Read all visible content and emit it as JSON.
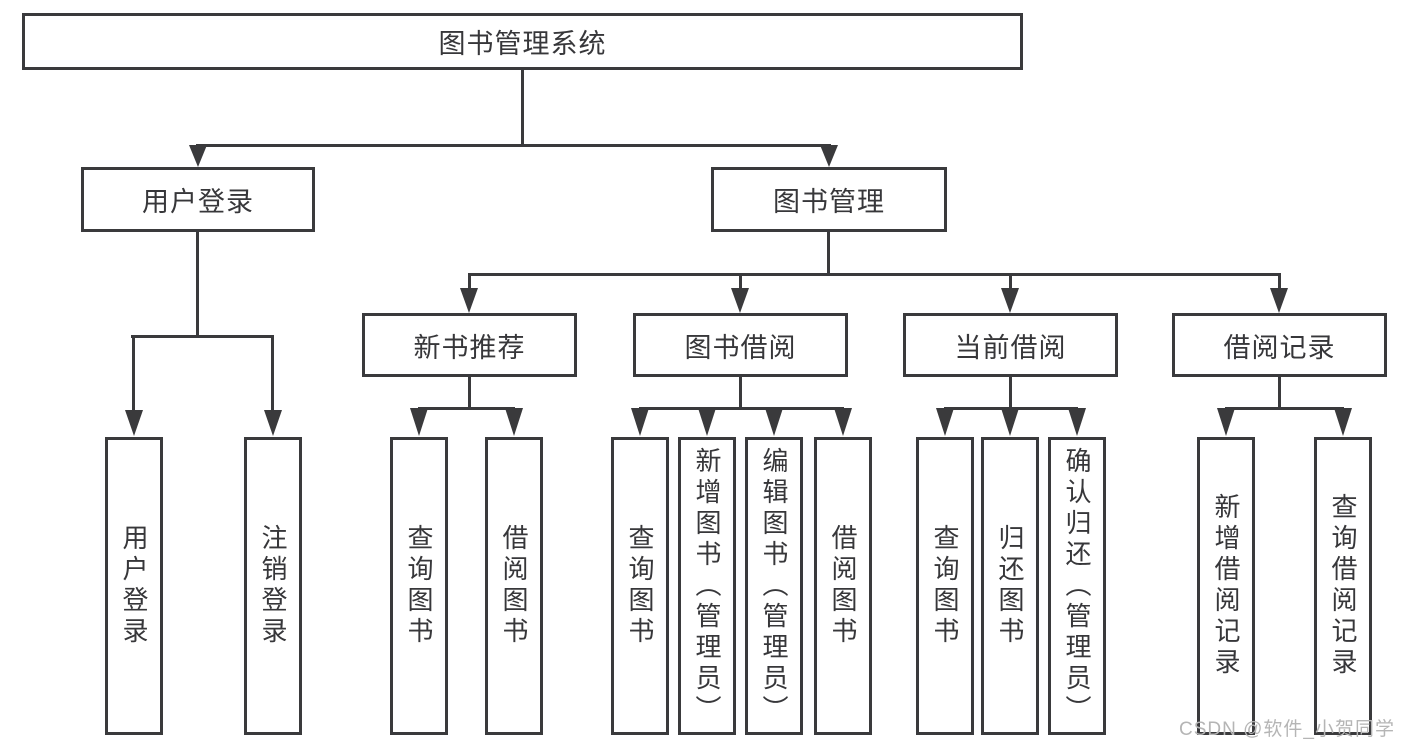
{
  "diagram": {
    "root": {
      "label": "图书管理系统"
    },
    "user_branch": {
      "label": "用户登录",
      "children": [
        {
          "label": "用户登录"
        },
        {
          "label": "注销登录"
        }
      ]
    },
    "book_branch": {
      "label": "图书管理",
      "groups": [
        {
          "label": "新书推荐",
          "children": [
            {
              "label": "查询图书"
            },
            {
              "label": "借阅图书"
            }
          ]
        },
        {
          "label": "图书借阅",
          "children": [
            {
              "label": "查询图书"
            },
            {
              "label": "新增图书（管理员）"
            },
            {
              "label": "编辑图书（管理员）"
            },
            {
              "label": "借阅图书"
            }
          ]
        },
        {
          "label": "当前借阅",
          "children": [
            {
              "label": "查询图书"
            },
            {
              "label": "归还图书"
            },
            {
              "label": "确认归还（管理员）"
            }
          ]
        },
        {
          "label": "借阅记录",
          "children": [
            {
              "label": "新增借阅记录"
            },
            {
              "label": "查询借阅记录"
            }
          ]
        }
      ]
    }
  },
  "watermark": {
    "text": "CSDN @软件_小贺同学"
  },
  "colors": {
    "line": "#3a3a3c",
    "text": "#37373a",
    "background": "#ffffff",
    "watermark": "#b5b5b5"
  }
}
